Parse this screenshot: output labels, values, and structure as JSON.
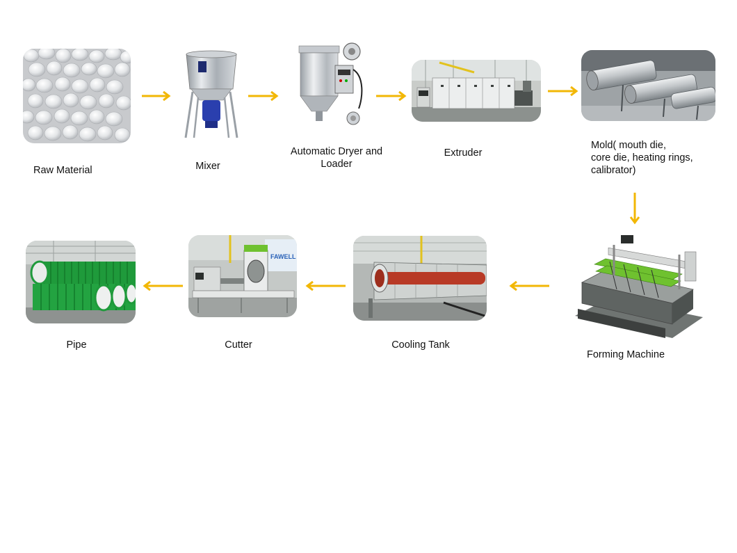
{
  "accent_color": "#f2b705",
  "steps": {
    "raw_material": "Raw  Material",
    "mixer": "Mixer",
    "dryer": "Automatic Dryer and\nLoader",
    "extruder": "Extruder",
    "mold": "Mold( mouth die,\ncore die, heating rings,\ncalibrator)",
    "forming": "Forming Machine",
    "cooling": "Cooling Tank",
    "cutter": "Cutter",
    "pipe": "Pipe"
  },
  "cutter_brand": "FAWELL"
}
